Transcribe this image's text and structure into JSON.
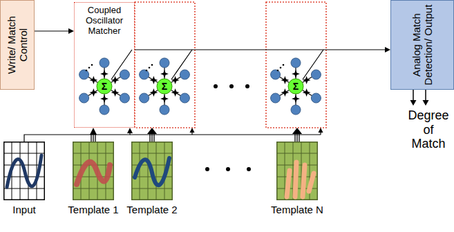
{
  "diagram": {
    "nodes": [
      {
        "text": [
          "Write/ Match Control"
        ]
      },
      {
        "text": [
          "Coupled Oscillator Matcher"
        ]
      },
      {
        "text": [
          "Analog Match Detection/ Output"
        ]
      },
      {
        "text": [
          "Input"
        ]
      },
      {
        "text": [
          "Template 1"
        ]
      },
      {
        "text": [
          "Template 2"
        ]
      },
      {
        "text": [
          "Template N"
        ]
      }
    ],
    "edges": [
      {
        "from": 0,
        "to": 1,
        "arrow": "to"
      },
      {
        "from": 1,
        "to": 2,
        "arrow": "to"
      },
      {
        "from": 3,
        "to": 1,
        "arrow": "to"
      },
      {
        "from": 4,
        "to": 1,
        "arrow": "to"
      }
    ],
    "labels": [
      "Σ",
      "Σ",
      "Σ",
      "Degree of Match"
    ]
  }
}
